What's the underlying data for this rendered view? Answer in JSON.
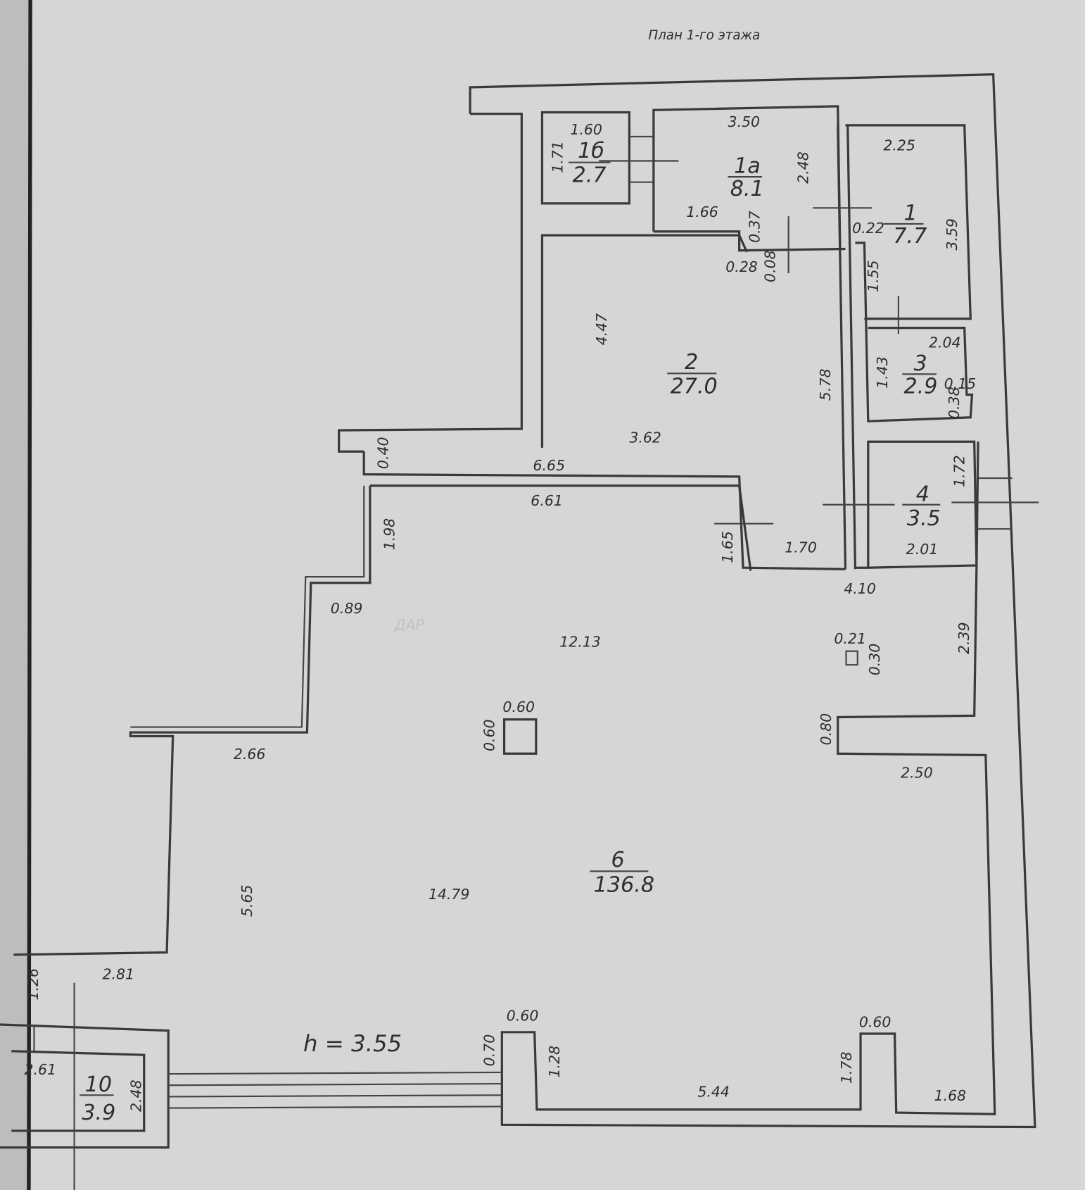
{
  "title": "План 1-го этажа",
  "height_note": "h = 3.55",
  "watermark": "ДАР",
  "rooms": [
    {
      "number": "1б",
      "area": "2.7"
    },
    {
      "number": "1а",
      "area": "8.1"
    },
    {
      "number": "1",
      "area": "7.7"
    },
    {
      "number": "2",
      "area": "27.0"
    },
    {
      "number": "3",
      "area": "2.9"
    },
    {
      "number": "4",
      "area": "3.5"
    },
    {
      "number": "6",
      "area": "136.8"
    },
    {
      "number": "10",
      "area": "3.9"
    }
  ],
  "dims": [
    "1.60",
    "1.71",
    "3.50",
    "2.48",
    "1.66",
    "0.37",
    "0.28",
    "0.08",
    "2.25",
    "0.22",
    "3.59",
    "1.55",
    "2.04",
    "1.43",
    "0.15",
    "0.38",
    "4.47",
    "5.78",
    "3.62",
    "0.40",
    "6.65",
    "6.61",
    "1.72",
    "1.65",
    "1.70",
    "2.01",
    "1.98",
    "4.10",
    "0.89",
    "12.13",
    "0.21",
    "0.30",
    "2.39",
    "0.60",
    "0.60",
    "0.80",
    "2.66",
    "2.50",
    "5.65",
    "14.79",
    "1.26",
    "2.81",
    "2.61",
    "2.48",
    "0.60",
    "0.70",
    "1.28",
    "5.44",
    "0.60",
    "1.78",
    "1.68"
  ]
}
